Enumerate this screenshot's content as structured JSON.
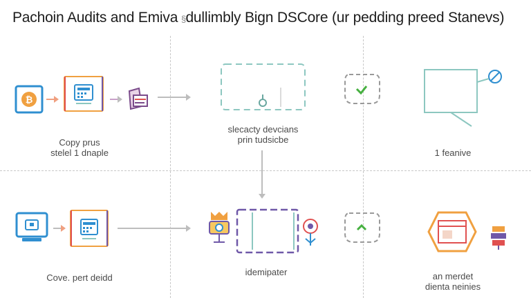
{
  "title": "Pachoin Audits and Emiva  dullimbly Bign DSCore (ur pedding preed Stanevs)",
  "title_mark": "§",
  "labels": {
    "row1_col1": [
      "Copy prus",
      "stelel 1 dnaple"
    ],
    "row1_col2": [
      "slecacty devcians",
      "prin tudsicbe"
    ],
    "row1_col4": [
      "1 feanive"
    ],
    "row2_col1": [
      "Cove. pert deidd"
    ],
    "row2_col2": [
      "idemipater"
    ],
    "row2_col4": [
      "an merdet",
      "dienta neinies"
    ]
  },
  "icons": {
    "row1": [
      "bitcoin-icon",
      "document-grid-icon",
      "folder-icon",
      "dashed-frame-icon",
      "check-bubble-icon",
      "monitor-satellite-icon"
    ],
    "row2": [
      "laptop-icon",
      "document-grid-icon",
      "award-icon",
      "purple-frame-icon",
      "chevron-bubble-icon",
      "hexagon-window-icon"
    ]
  },
  "colors": {
    "accent_blue": "#2f8fd0",
    "accent_orange": "#f0a040",
    "accent_teal": "#8cc7c0",
    "accent_purple": "#6f58a8",
    "accent_green": "#46b040",
    "accent_red": "#e05050"
  }
}
